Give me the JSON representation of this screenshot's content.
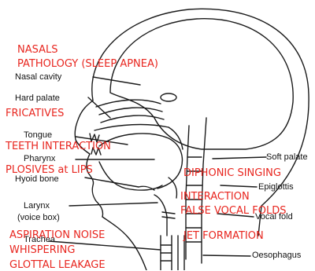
{
  "anatomy_labels": {
    "nasal_cavity": "Nasal cavity",
    "hard_palate": "Hard palate",
    "tongue": "Tongue",
    "pharynx": "Pharynx",
    "hyoid_bone": "Hyoid bone",
    "larynx_line1": "Larynx",
    "larynx_line2": "(voice box)",
    "trachea": "Trachea",
    "soft_palate": "Soft palate",
    "epiglottis": "Epiglottis",
    "vocal_fold": "Vocal fold",
    "oesophagus": "Oesophagus"
  },
  "annotations": {
    "nasals": "NASALS",
    "pathology": "PATHOLOGY (SLEEP APNEA)",
    "fricatives": "FRICATIVES",
    "teeth": "TEETH INTERACTION",
    "plosives": "PLOSIVES at LIPS",
    "diphonic": "DIPHONIC SINGING",
    "interaction": "INTERACTION",
    "false_folds": "FALSE VOCAL FOLDS",
    "jet": "JET FORMATION",
    "aspiration": "ASPIRATION NOISE",
    "whispering": "WHISPERING",
    "glottal": "GLOTTAL LEAKAGE"
  },
  "colors": {
    "annotation": "#e8261f",
    "line_art": "#1a1a1a"
  }
}
